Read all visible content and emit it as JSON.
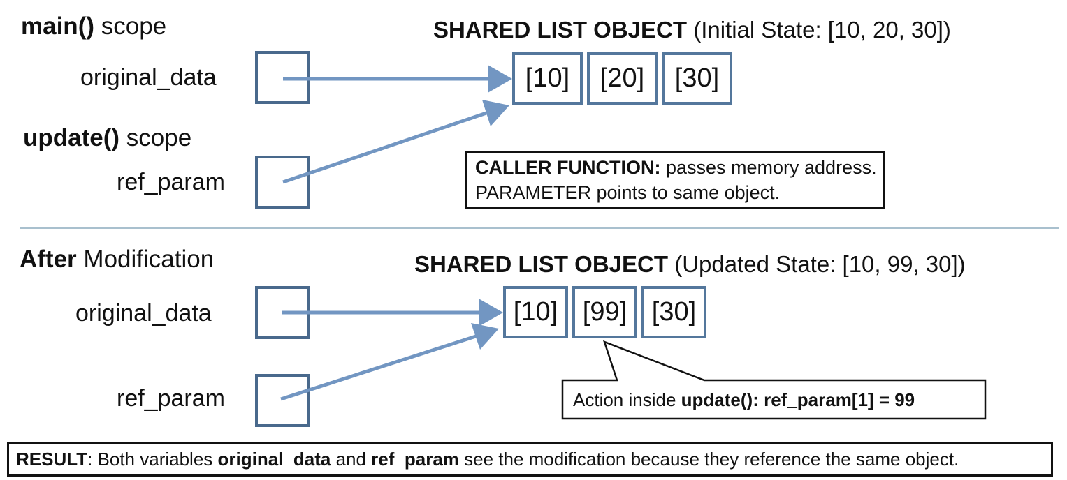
{
  "top": {
    "scope1": {
      "bold": "main()",
      "rest": " scope"
    },
    "var1": "original_data",
    "title": {
      "bold": "SHARED LIST OBJECT",
      "rest": " (Initial State: [10, 20, 30])"
    },
    "cells": [
      "[10]",
      "[20]",
      "[30]"
    ],
    "scope2": {
      "bold": "update()",
      "rest": " scope"
    },
    "var2": "ref_param",
    "note": {
      "l1b": "CALLER FUNCTION:",
      "l1r": " passes memory address.",
      "l2": "PARAMETER points to same object."
    }
  },
  "bottom": {
    "heading": {
      "bold": "After",
      "rest": " Modification"
    },
    "var1": "original_data",
    "title": {
      "bold": "SHARED LIST OBJECT",
      "rest": " (Updated State: [10, 99, 30])"
    },
    "cells": [
      "[10]",
      "[99]",
      "[30]"
    ],
    "var2": "ref_param",
    "callout": {
      "rest": "Action inside ",
      "bold": "update(): ref_param[1] = 99"
    }
  },
  "result": {
    "bold": "RESULT",
    "r1": ": Both variables ",
    "b1": "original_data",
    "r2": " and ",
    "b2": "ref_param",
    "r3": " see the modification because they reference the same object."
  },
  "colors": {
    "arrow": "#7296c2",
    "box_border": "#49698c",
    "cell_border": "#54779c",
    "divider": "#a9c0ce",
    "outline": "#111111"
  }
}
